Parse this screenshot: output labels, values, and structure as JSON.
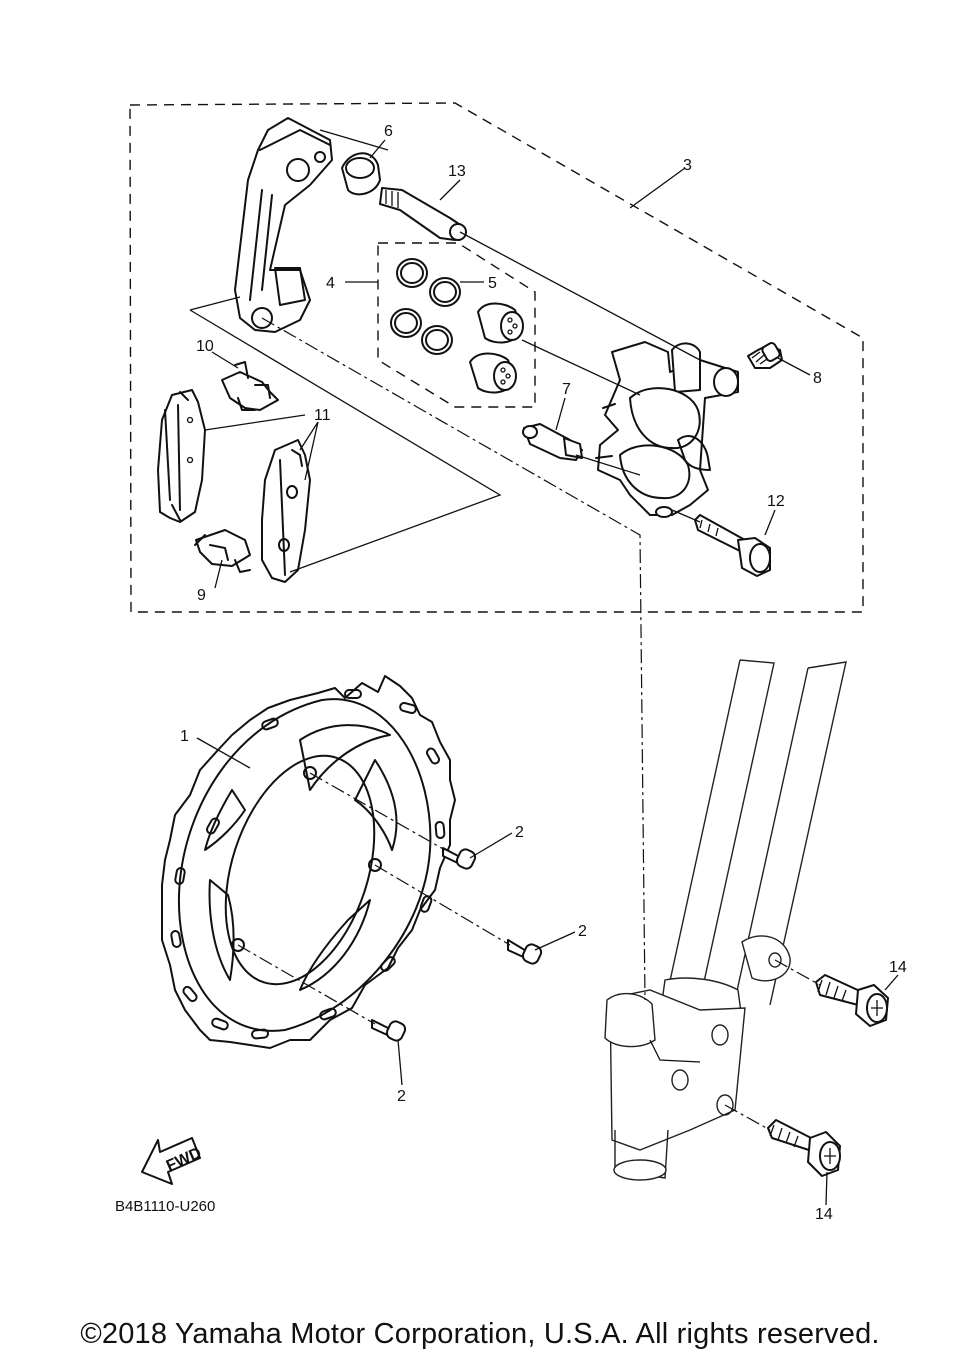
{
  "diagram": {
    "drawing_code": "B4B1110-U260",
    "direction_arrow_label": "FWD",
    "callouts": {
      "part_1": "1",
      "part_2a": "2",
      "part_2b": "2",
      "part_2c": "2",
      "part_3": "3",
      "part_4": "4",
      "part_5": "5",
      "part_6": "6",
      "part_7": "7",
      "part_8": "8",
      "part_9": "9",
      "part_10": "10",
      "part_11": "11",
      "part_12": "12",
      "part_13": "13",
      "part_14a": "14",
      "part_14b": "14"
    }
  },
  "footer": {
    "copyright": "©2018 Yamaha Motor Corporation, U.S.A. All rights reserved."
  }
}
